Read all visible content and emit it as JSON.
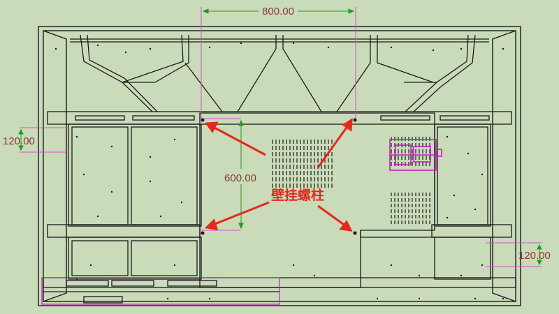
{
  "drawing": {
    "dimensions": {
      "top_width": "800.00",
      "vertical_height": "600.00",
      "left_offset": "120.00",
      "right_offset": "120.00"
    },
    "callout_label": "壁挂螺柱"
  },
  "colors": {
    "background": "#c9dbb8",
    "outline": "#1a1a1a",
    "dimension_line": "#d34fd3",
    "dimension_text": "#8b3a3a",
    "accent_green": "#1f9d1f",
    "callout_red": "#e8261c",
    "highlight": "#c21fc2"
  }
}
